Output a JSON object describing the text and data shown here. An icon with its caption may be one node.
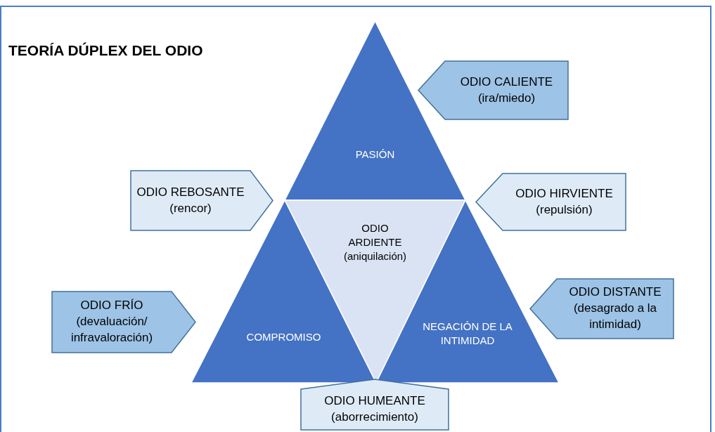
{
  "diagram": {
    "title": "TEORÍA DÚPLEX DEL ODIO",
    "nodes": [
      {
        "text": [
          "ODIO CALIENTE",
          "(ira/miedo)"
        ]
      },
      {
        "text": [
          "PASIÓN"
        ]
      },
      {
        "text": [
          "ODIO REBOSANTE",
          "(rencor)"
        ]
      },
      {
        "text": [
          "ODIO HIRVIENTE",
          "(repulsión)"
        ]
      },
      {
        "text": [
          "ODIO",
          "ARDIENTE",
          "(aniquilación)"
        ]
      },
      {
        "text": [
          "ODIO FRÍO",
          "(devaluación/ infravaloración)"
        ]
      },
      {
        "text": [
          "COMPROMISO"
        ]
      },
      {
        "text": [
          "NEGACIÓN DE LA INTIMIDAD"
        ]
      },
      {
        "text": [
          "ODIO DISTANTE",
          "(desagrado a la intimidad)"
        ]
      },
      {
        "text": [
          "ODIO HUMEANTE",
          "(aborrecimiento)"
        ]
      }
    ],
    "edges": []
  }
}
